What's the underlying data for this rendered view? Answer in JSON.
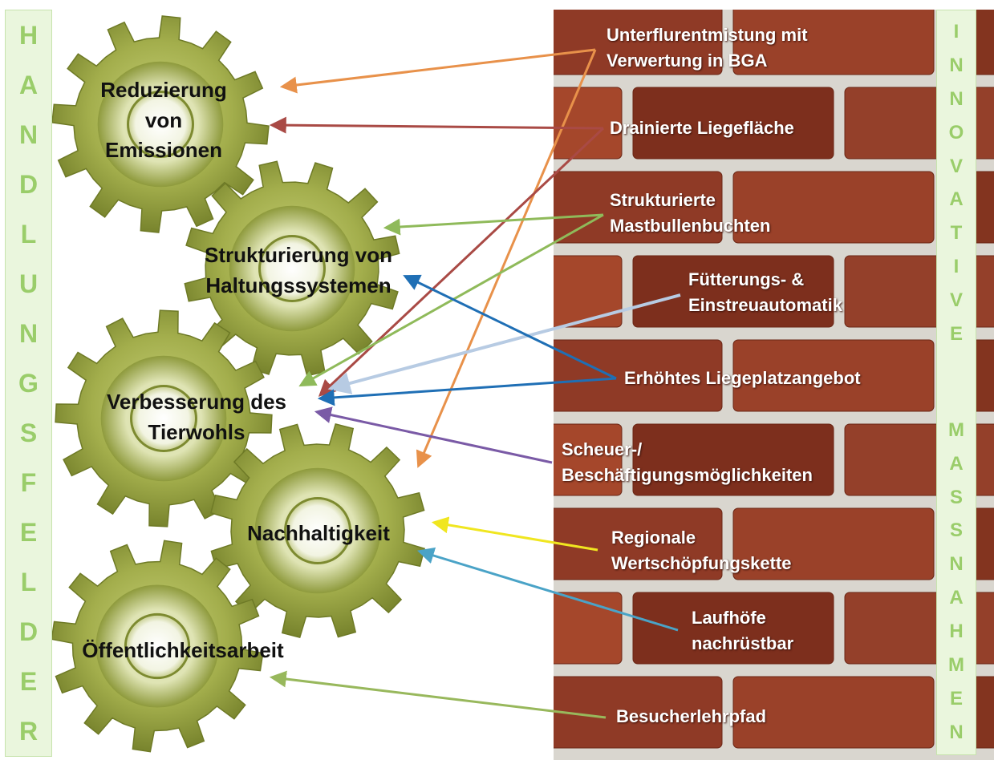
{
  "left_label": [
    "H",
    "A",
    "N",
    "D",
    "L",
    "U",
    "N",
    "G",
    "S",
    "F",
    "E",
    "L",
    "D",
    "E",
    "R"
  ],
  "right_label_top": [
    "I",
    "N",
    "N",
    "O",
    "V",
    "A",
    "T",
    "I",
    "V",
    "E"
  ],
  "right_label_bottom": [
    "M",
    "A",
    "S",
    "S",
    "N",
    "A",
    "H",
    "M",
    "E",
    "N"
  ],
  "fields": {
    "emissions": [
      "Reduzierung",
      "von",
      "Emissionen"
    ],
    "structure": [
      "Strukturierung von",
      "Haltungssystemen"
    ],
    "welfare": [
      "Verbesserung des",
      "Tierwohls"
    ],
    "sustainability": [
      "Nachhaltigkeit"
    ],
    "public": [
      "Öffentlichkeitsarbeit"
    ]
  },
  "measures": {
    "m1": [
      "Unterflurentmistung mit",
      "Verwertung in BGA"
    ],
    "m2": [
      "Drainierte Liegefläche"
    ],
    "m3": [
      "Strukturierte",
      "Mastbullenbuchten"
    ],
    "m4": [
      "Fütterungs- &",
      "Einstreuautomatik"
    ],
    "m5": [
      "Erhöhtes Liegeplatzangebot"
    ],
    "m6": [
      "Scheuer-/",
      "Beschäftigungsmöglichkeiten"
    ],
    "m7": [
      "Regionale",
      "Wertschöpfungskette"
    ],
    "m8": [
      "Laufhöfe",
      "nachrüstbar"
    ],
    "m9": [
      "Besucherlehrpfad"
    ]
  },
  "colors": {
    "gear": "#8e9a3c",
    "label_text": "#9acd6a",
    "label_bg": "#eaf6dd",
    "brick": "#8f3a26",
    "mortar": "#d9d6cf",
    "orange": "#e8914a",
    "red": "#a94a45",
    "green": "#8fba5a",
    "lightblue": "#b7cbe3",
    "blue": "#1f6fb5",
    "purple": "#7a5aa6",
    "yellow": "#f0e620",
    "teal": "#4aa3c7",
    "lightgreen": "#98b85c"
  }
}
